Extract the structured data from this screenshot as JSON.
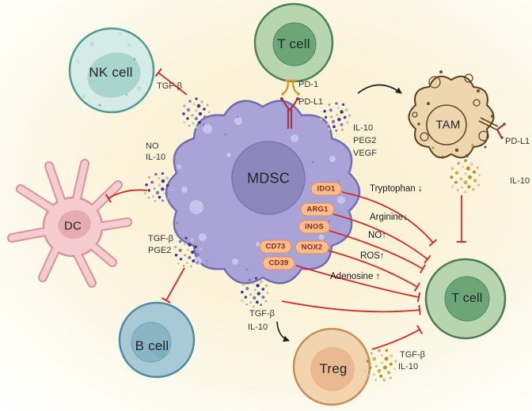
{
  "cells": {
    "nk": {
      "label": "NK cell"
    },
    "t_top": {
      "label": "T cell"
    },
    "mdsc": {
      "label": "MDSC"
    },
    "tam": {
      "label": "TAM"
    },
    "dc": {
      "label": "DC"
    },
    "b": {
      "label": "B cell"
    },
    "treg": {
      "label": "Treg"
    },
    "t_right": {
      "label": "T cell"
    }
  },
  "receptors": {
    "pd1": "PD-1",
    "pdl1": "PD-L1",
    "tam_pdl1": "PD-L1"
  },
  "enzymes": [
    "IDO1",
    "ARG1",
    "iNOS",
    "CD73",
    "NOX2",
    "CD39"
  ],
  "effects": [
    "Tryptophan ↓",
    "Arginine↓",
    "NO↑",
    "ROS↑",
    "Adenosine ↑"
  ],
  "secretions": {
    "to_nk": [
      "TGF-β"
    ],
    "to_dc": [
      "NO",
      "IL-10"
    ],
    "to_b": [
      "TGF-β",
      "PGE2"
    ],
    "to_tam": [
      "IL-10",
      "PEG2",
      "VEGF"
    ],
    "to_treg": [
      "TGF-β",
      "IL-10"
    ],
    "tam_out": [
      "IL-10"
    ],
    "treg_out": [
      "TGF-β",
      "IL-10"
    ]
  },
  "colors": {
    "inhibition_line": "#d22b2b",
    "activation_arrow": "#1c1c1c",
    "mdsc_body": "#a9a3d8",
    "enzyme_badge_fill": "#f9bd8e",
    "enzyme_badge_text": "#8e2a1c",
    "pd1_receptor": "#cf9a2b",
    "pdl1_receptor": "#a03444"
  }
}
